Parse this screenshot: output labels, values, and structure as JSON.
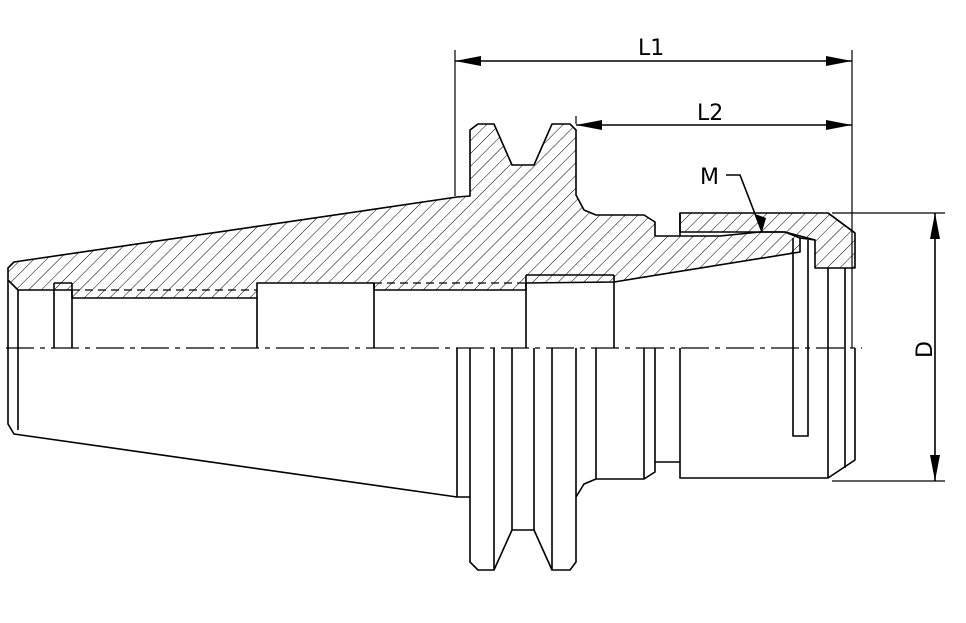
{
  "labels": {
    "l1": "L1",
    "l2": "L2",
    "m": "M",
    "d": "D"
  },
  "colors": {
    "line": "#000000",
    "background": "#ffffff"
  }
}
